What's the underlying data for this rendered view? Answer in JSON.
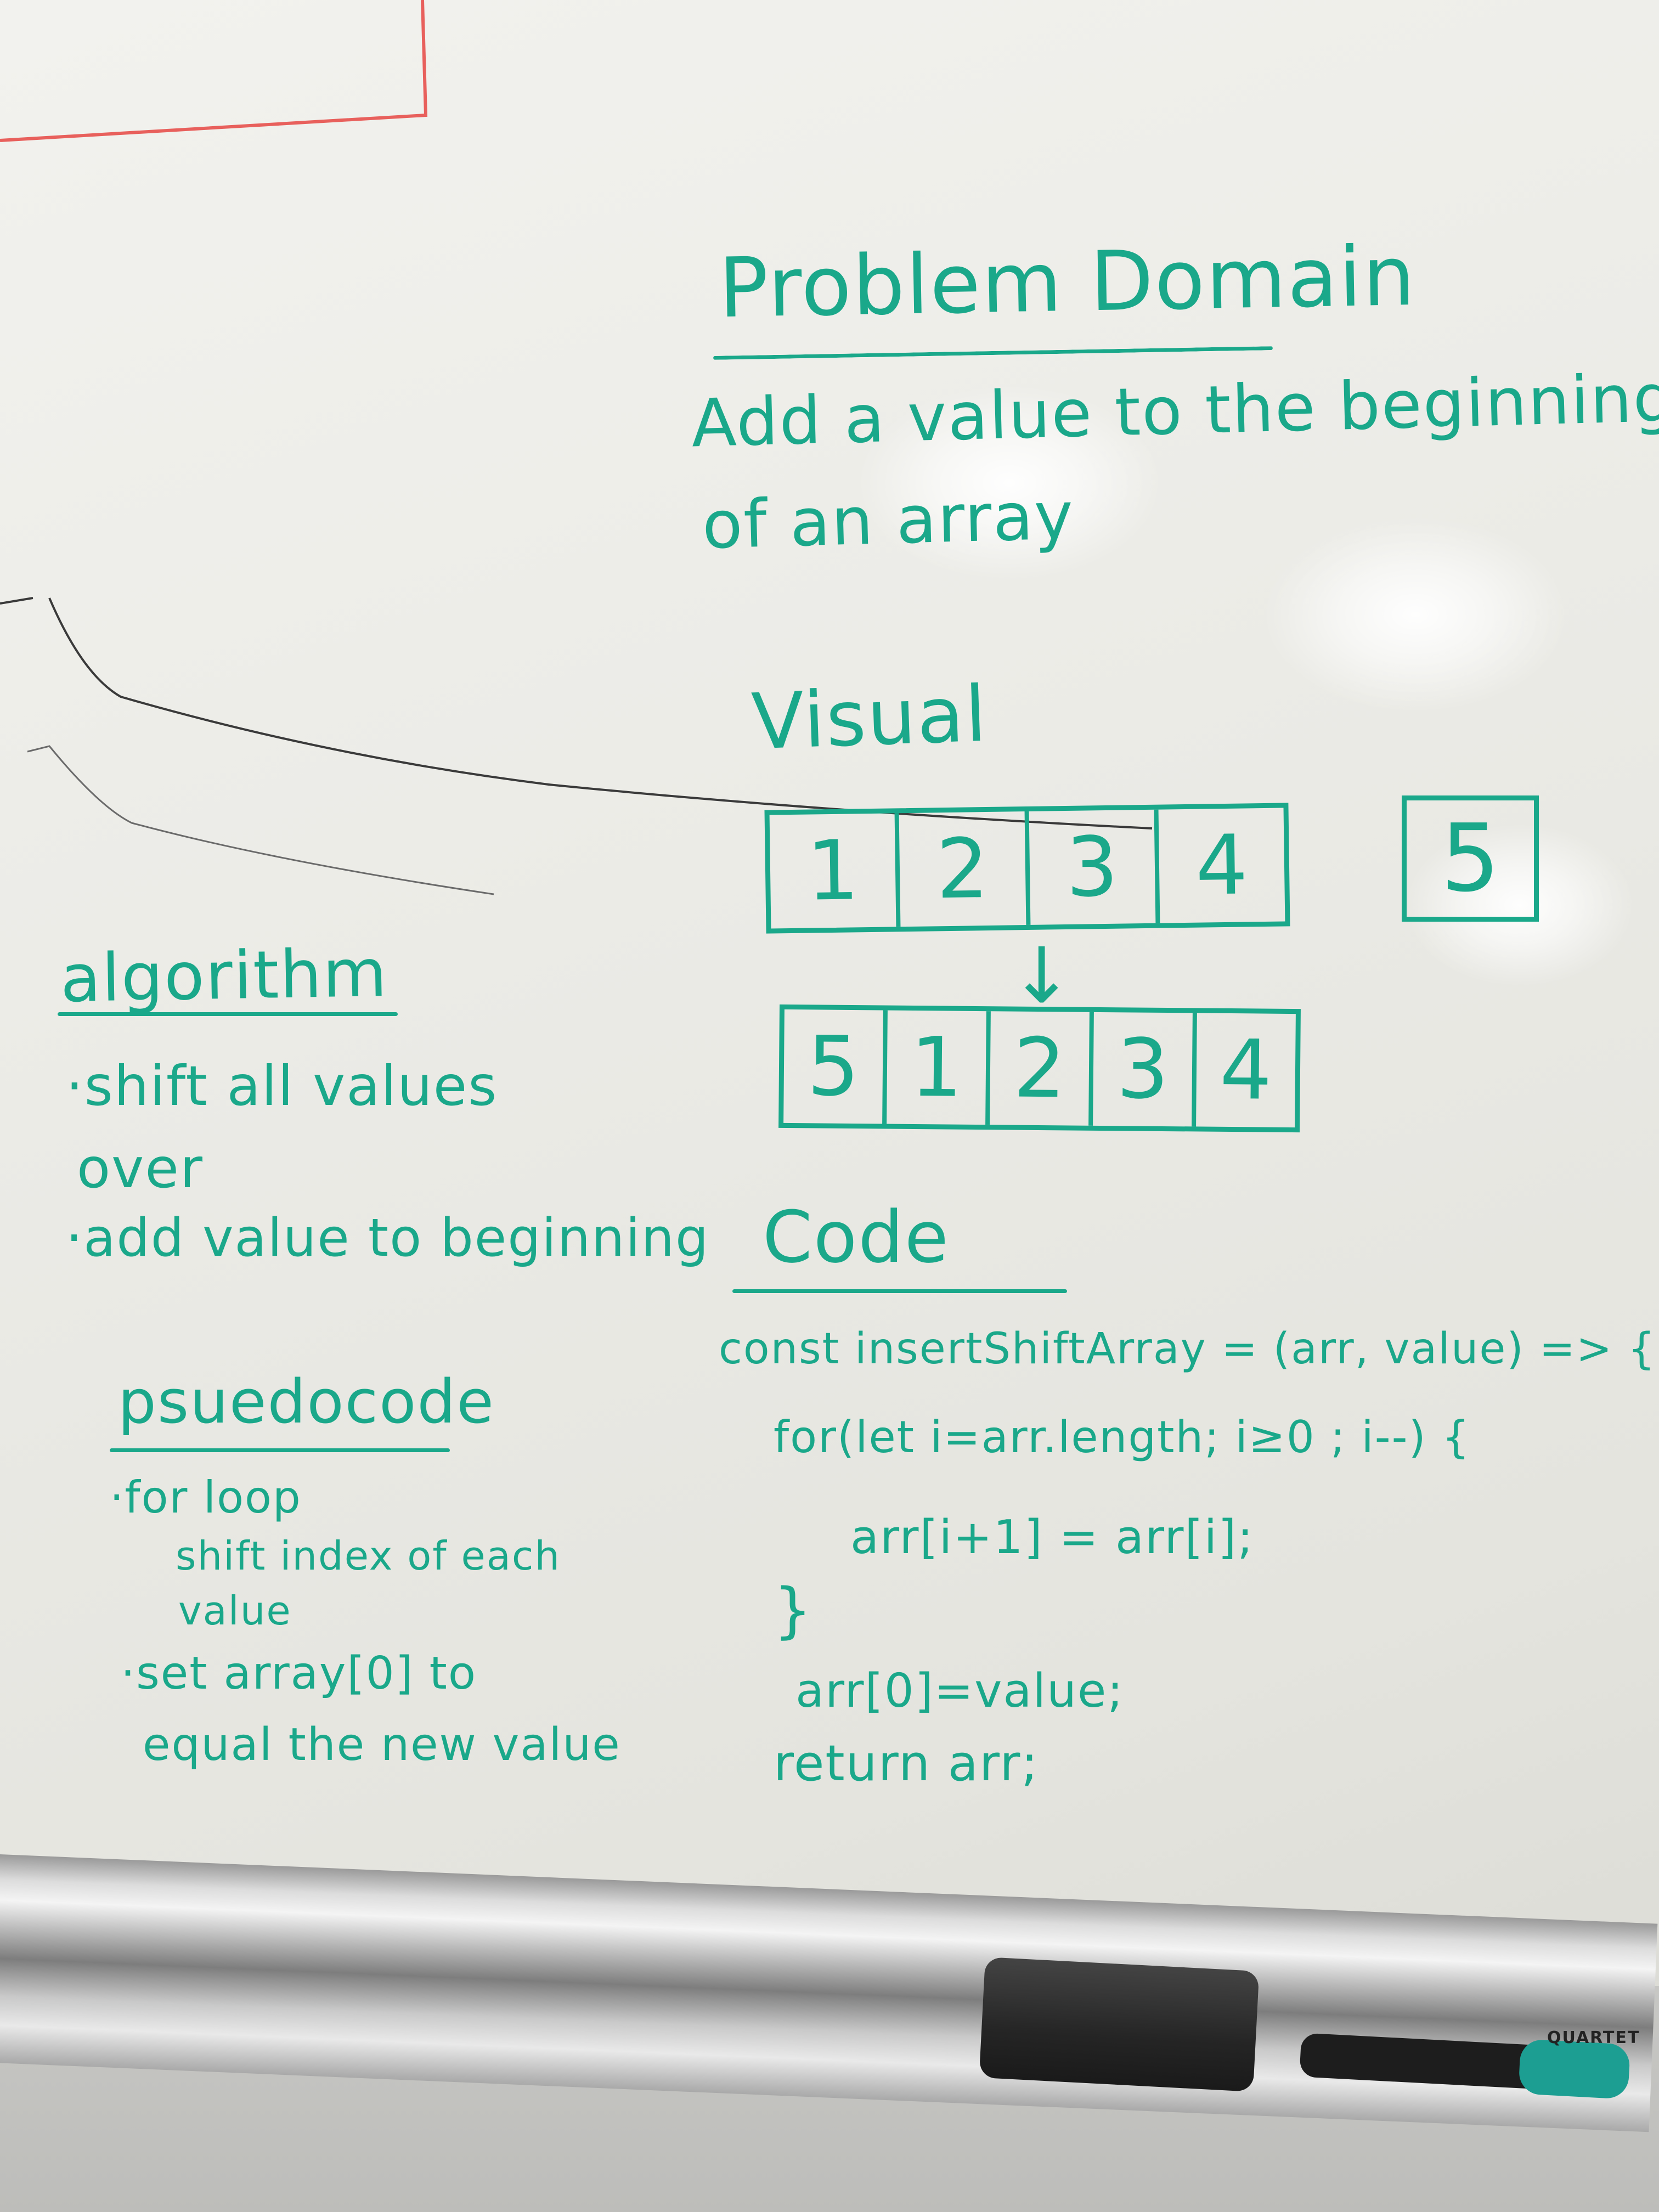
{
  "problem_domain": {
    "title": "Problem Domain",
    "line1": "Add a value to the beginning",
    "line2": "of an array"
  },
  "visual": {
    "title": "Visual",
    "array_before": [
      "1",
      "2",
      "3",
      "4"
    ],
    "new_value": "5",
    "arrow": "↓",
    "array_after": [
      "5",
      "1",
      "2",
      "3",
      "4"
    ]
  },
  "algorithm": {
    "title": "algorithm",
    "lines": [
      "·shift all values",
      "over",
      "·add value to beginning"
    ]
  },
  "pseudocode": {
    "title": "psuedocode",
    "lines": [
      "·for loop",
      "shift index of each",
      "value",
      "·set array[0] to",
      "equal the new value"
    ]
  },
  "code": {
    "title": "Code",
    "lines": [
      "const  insertShiftArray = (arr, value) => {",
      "for(let i=arr.length; i≥0 ; i--) {",
      "arr[i+1] = arr[i];",
      "}",
      "arr[0]=value;",
      "return arr;"
    ]
  },
  "marker_brand": "QUARTET",
  "colors": {
    "ink": "#1aa88a",
    "board": "#ebebe6",
    "red_line": "#e8605c",
    "eraser": "#2b2b2b",
    "marker_cap": "#1c9e92"
  }
}
